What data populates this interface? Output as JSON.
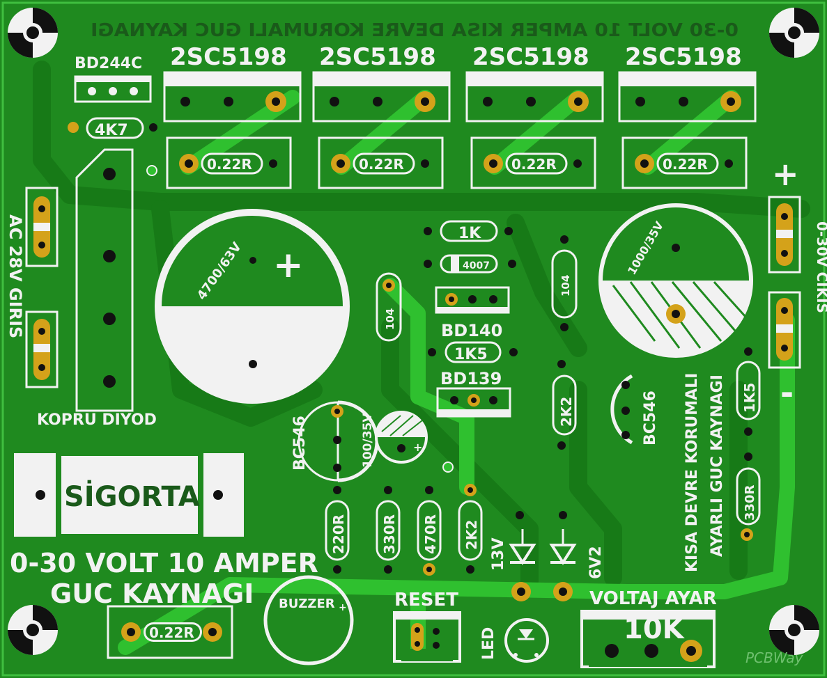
{
  "board": {
    "colors": {
      "board": "#1f8a1f",
      "trace": "#2ab52a",
      "silk": "#f2f2f2",
      "pad": "#d4a21a",
      "hole": "#111111"
    },
    "watermark": "PCBWay",
    "mirrored_title": "0-30 VOLT 10 AMPER KISA DEVRE KORUMALI GUC KAYNAGI",
    "title_line1": "0-30 VOLT 10 AMPER",
    "title_line2": "GUC KAYNAGI",
    "side_title_line1": "KISA DEVRE KORUMALI",
    "side_title_line2": "AYARLI GUC KAYNAGI"
  },
  "components": {
    "q_driver": "BD244C",
    "r_base": "4K7",
    "power_transistors": [
      "2SC5198",
      "2SC5198",
      "2SC5198",
      "2SC5198"
    ],
    "emitter_resistors": [
      "0.22R",
      "0.22R",
      "0.22R",
      "0.22R"
    ],
    "bridge": "KOPRU DIYOD",
    "ac_input": "AC 28V GIRIS",
    "cap_main": "4700/63V",
    "cap_plus": "+",
    "r_1k": "1K",
    "diode": "4007",
    "cap_104_left": "104",
    "cap_104_right": "104",
    "q_bd140": "BD140",
    "r_1k5": "1K5",
    "q_bd139": "BD139",
    "cap_out": "1000/35V",
    "out_plus": "+",
    "out_minus": "-",
    "output_label": "0-30V CIKIS",
    "q_bc546_left": "BC546",
    "cap_small": "100/35V",
    "r_2k2_a": "2K2",
    "q_bc546_right": "BC546",
    "r_1k5_right": "1K5",
    "r_330r_right": "330R",
    "fuse": "SİGORTA",
    "r_220r": "220R",
    "r_330r": "330R",
    "r_470r": "470R",
    "r_2k2_b": "2K2",
    "zener_13v": "13V",
    "zener_6v2": "6V2",
    "r_bottom": "0.22R",
    "buzzer": "BUZZER",
    "buzzer_plus": "+",
    "reset": "RESET",
    "led": "LED",
    "pot_label": "VOLTAJ AYAR",
    "pot_value": "10K"
  }
}
